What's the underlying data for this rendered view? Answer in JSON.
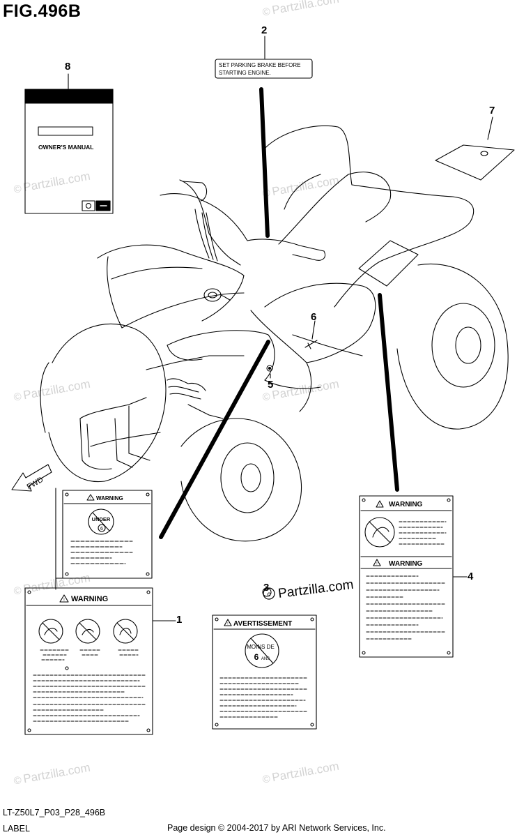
{
  "figure": {
    "title": "FIG.496B",
    "code": "LT-Z50L7_P03_P28_496B",
    "subtitle": "LABEL",
    "credit": "Page design © 2004-2017 by ARI Network Services, Inc."
  },
  "watermark": {
    "text": "Partzilla.com",
    "copyright_symbol": "©",
    "overlay_text": "Partzilla.com"
  },
  "fwd_label": "FWD",
  "callouts": [
    {
      "id": "1",
      "label": "1"
    },
    {
      "id": "2",
      "label": "2"
    },
    {
      "id": "3",
      "label": "3"
    },
    {
      "id": "4",
      "label": "4"
    },
    {
      "id": "5",
      "label": "5"
    },
    {
      "id": "6",
      "label": "6"
    },
    {
      "id": "7",
      "label": "7"
    },
    {
      "id": "8",
      "label": "8"
    }
  ],
  "labels": {
    "parking_brake": {
      "line1": "SET PARKING BRAKE BEFORE",
      "line2": "STARTING ENGINE."
    },
    "owners_manual": {
      "text": "OWNER'S MANUAL"
    },
    "warning_under6": {
      "header": "WARNING",
      "line1": "UNDER",
      "line2": "6"
    },
    "warning_main": {
      "header": "WARNING"
    },
    "avertissement": {
      "header": "AVERTISSEMENT",
      "line1": "MOINS DE",
      "line2": "6",
      "line3": "ANS"
    },
    "warning_right_top": {
      "header": "WARNING"
    },
    "warning_right_bottom": {
      "header": "WARNING"
    }
  }
}
